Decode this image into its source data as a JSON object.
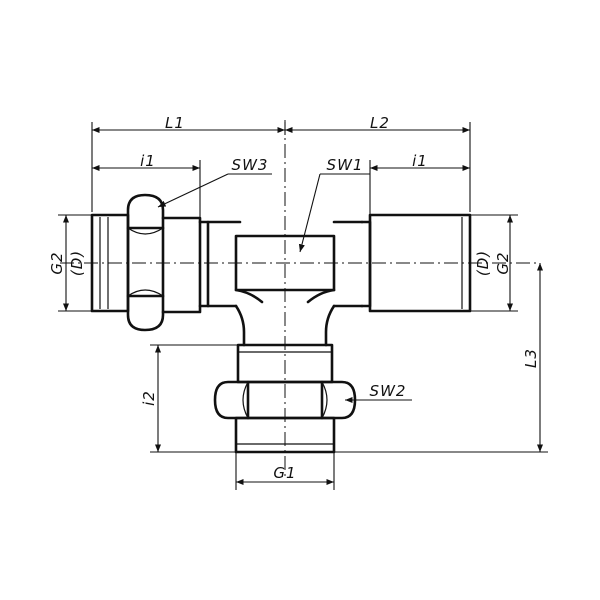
{
  "labels": {
    "L1": "L1",
    "L2": "L2",
    "i1_left": "i1",
    "i1_right": "i1",
    "SW3": "SW3",
    "SW1": "SW1",
    "SW2": "SW2",
    "G2_left": "G2",
    "D_left": "(D)",
    "G2_right": "G2",
    "D_right": "(D)",
    "L3": "L3",
    "i2": "i2",
    "G1": "G1"
  },
  "colors": {
    "ink": "#111111",
    "paper": "#ffffff"
  }
}
